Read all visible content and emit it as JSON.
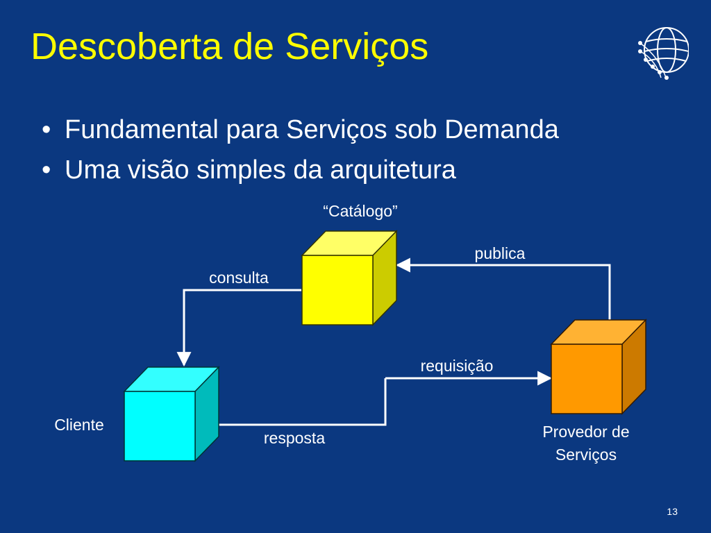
{
  "slide": {
    "title": "Descoberta de Serviços",
    "bullets": [
      "Fundamental para Serviços sob Demanda",
      "Uma visão simples da arquitetura"
    ],
    "page_number": "13"
  },
  "diagram": {
    "nodes": {
      "catalog": {
        "label": "“Catálogo”",
        "color": "#ffff00"
      },
      "client": {
        "label": "Cliente",
        "color": "#00ffff"
      },
      "provider": {
        "label_line1": "Provedor de",
        "label_line2": "Serviços",
        "color": "#ff9900"
      }
    },
    "edges": {
      "publica": "publica",
      "consulta": "consulta",
      "requisicao": "requisição",
      "resposta": "resposta"
    }
  },
  "logo": {
    "icon": "globe-icon"
  }
}
